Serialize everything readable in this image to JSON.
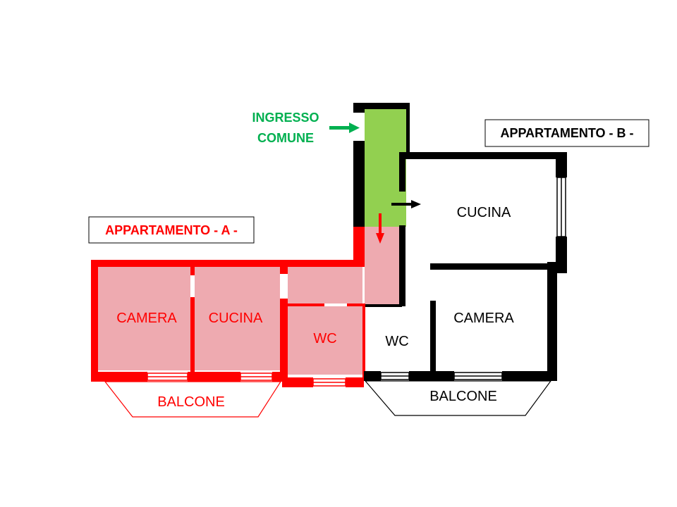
{
  "colors": {
    "apartment_a": "#ff0000",
    "apartment_a_fill": "#eeaab0",
    "apartment_b": "#000000",
    "common_entrance": "#92d050",
    "entrance_arrow": "#00b050"
  },
  "entrance": {
    "line1": "INGRESSO",
    "line2": "COMUNE"
  },
  "apartment_a": {
    "title": "APPARTAMENTO - A -",
    "rooms": {
      "camera": "CAMERA",
      "cucina": "CUCINA",
      "wc": "WC",
      "balcone": "BALCONE"
    }
  },
  "apartment_b": {
    "title": "APPARTAMENTO - B -",
    "rooms": {
      "cucina": "CUCINA",
      "camera": "CAMERA",
      "wc": "WC",
      "balcone": "BALCONE"
    }
  }
}
